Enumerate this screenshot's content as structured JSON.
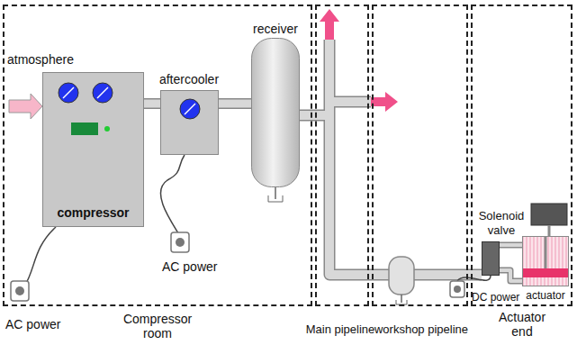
{
  "diagram": {
    "nodes": [
      {
        "text": [
          "Compressor room"
        ]
      },
      {
        "text": [
          "compressor"
        ],
        "in": 0
      },
      {
        "text": [
          "aftercooler"
        ],
        "in": 0
      },
      {
        "text": [
          "receiver"
        ],
        "in": 0
      },
      {
        "text": [
          "Main pipeline"
        ]
      },
      {
        "text": [
          "workshop pipeline"
        ]
      },
      {
        "text": [
          "Actuator end"
        ]
      },
      {
        "text": [
          "Solenoid valve"
        ],
        "in": 6
      },
      {
        "text": [
          "actuator"
        ],
        "in": 6
      }
    ],
    "edges": [
      {
        "from": 1,
        "to": 2,
        "arrow": "none"
      },
      {
        "from": 2,
        "to": 3,
        "arrow": "none"
      },
      {
        "from": 7,
        "to": 8,
        "arrow": "none"
      },
      {
        "from": 7,
        "to": 8,
        "arrow": "none"
      }
    ],
    "labels": [
      "atmosphere",
      "AC power",
      "AC power",
      "DC power"
    ]
  }
}
